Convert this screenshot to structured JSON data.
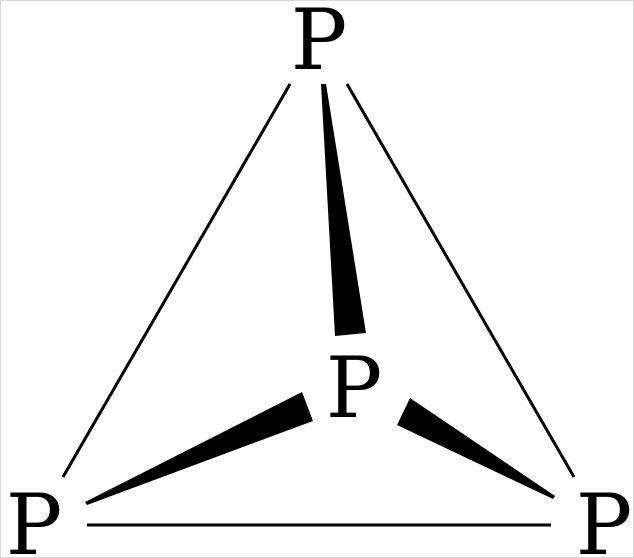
{
  "molecule": {
    "atoms": {
      "top": "P",
      "center": "P",
      "bottom_left": "P",
      "bottom_right": "P"
    },
    "colors": {
      "ink": "#000000",
      "background": "#ffffff"
    }
  }
}
